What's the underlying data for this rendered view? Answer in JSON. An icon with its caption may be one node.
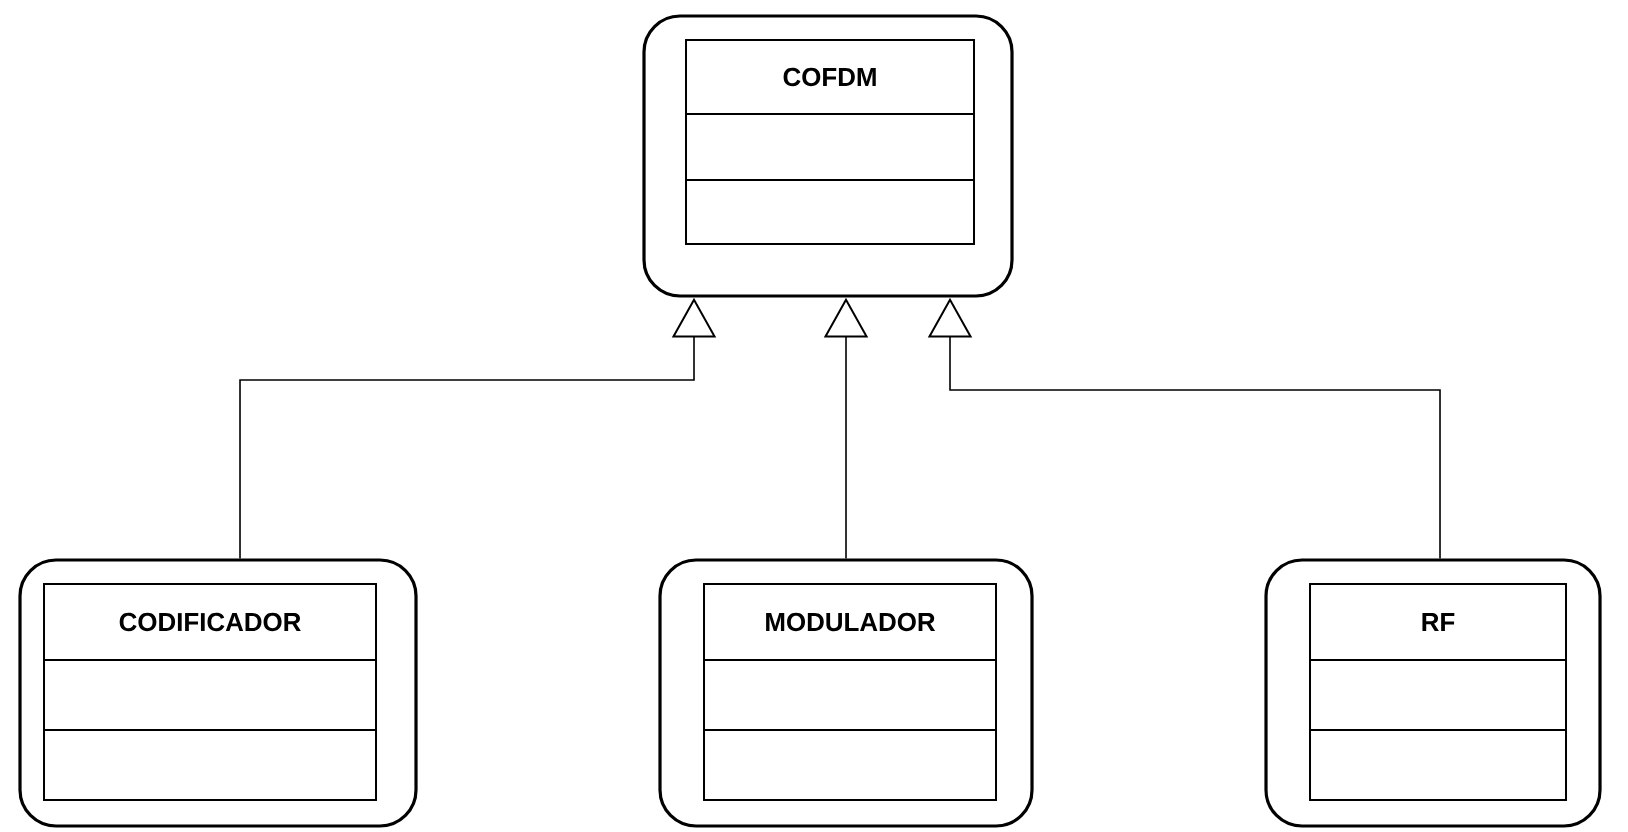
{
  "diagram": {
    "nodes": [
      {
        "text": [
          "COFDM"
        ]
      },
      {
        "text": [
          "CODIFICADOR"
        ]
      },
      {
        "text": [
          "MODULADOR"
        ]
      },
      {
        "text": [
          "RF"
        ]
      }
    ],
    "edges": [
      {
        "from": 1,
        "to": 0,
        "arrow": "to"
      },
      {
        "from": 2,
        "to": 0,
        "arrow": "to"
      },
      {
        "from": 3,
        "to": 0,
        "arrow": "to"
      }
    ]
  }
}
